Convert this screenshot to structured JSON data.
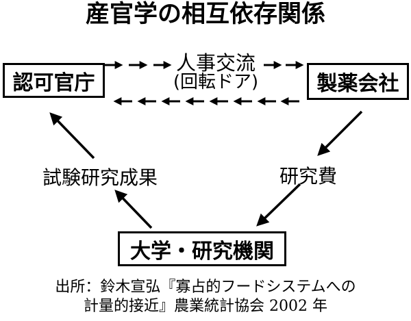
{
  "title": "産官学の相互依存関係",
  "diagram": {
    "nodes": {
      "government": {
        "label": "認可官庁"
      },
      "pharma": {
        "label": "製薬会社"
      },
      "university": {
        "label": "大学・研究機関"
      }
    },
    "edges": {
      "personnel_exchange": {
        "label": "人事交流",
        "sublabel": "(回転ドア)",
        "from": "認可官庁",
        "to": "製薬会社",
        "bidirectional": true
      },
      "research_results": {
        "label": "試験研究成果",
        "from": "大学・研究機関",
        "to": "認可官庁"
      },
      "research_funds": {
        "label": "研究費",
        "from": "製薬会社",
        "to": "大学・研究機関"
      }
    }
  },
  "caption": {
    "line1": "出所：鈴木宣弘『寡占的フードシステムへの",
    "line2": "計量的接近』農業統計協会 2002 年"
  },
  "colors": {
    "foreground": "#000000",
    "background": "#ffffff"
  }
}
